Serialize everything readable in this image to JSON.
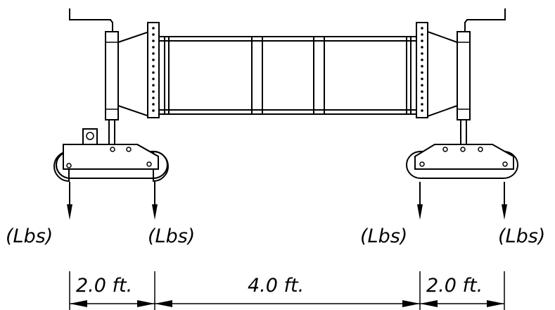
{
  "load_labels": [
    "(Lbs)",
    "(Lbs)",
    "(Lbs)",
    "(Lbs)"
  ],
  "dimensions": [
    {
      "value": "2.0 ft."
    },
    {
      "value": "4.0 ft."
    },
    {
      "value": "2.0 ft."
    }
  ]
}
